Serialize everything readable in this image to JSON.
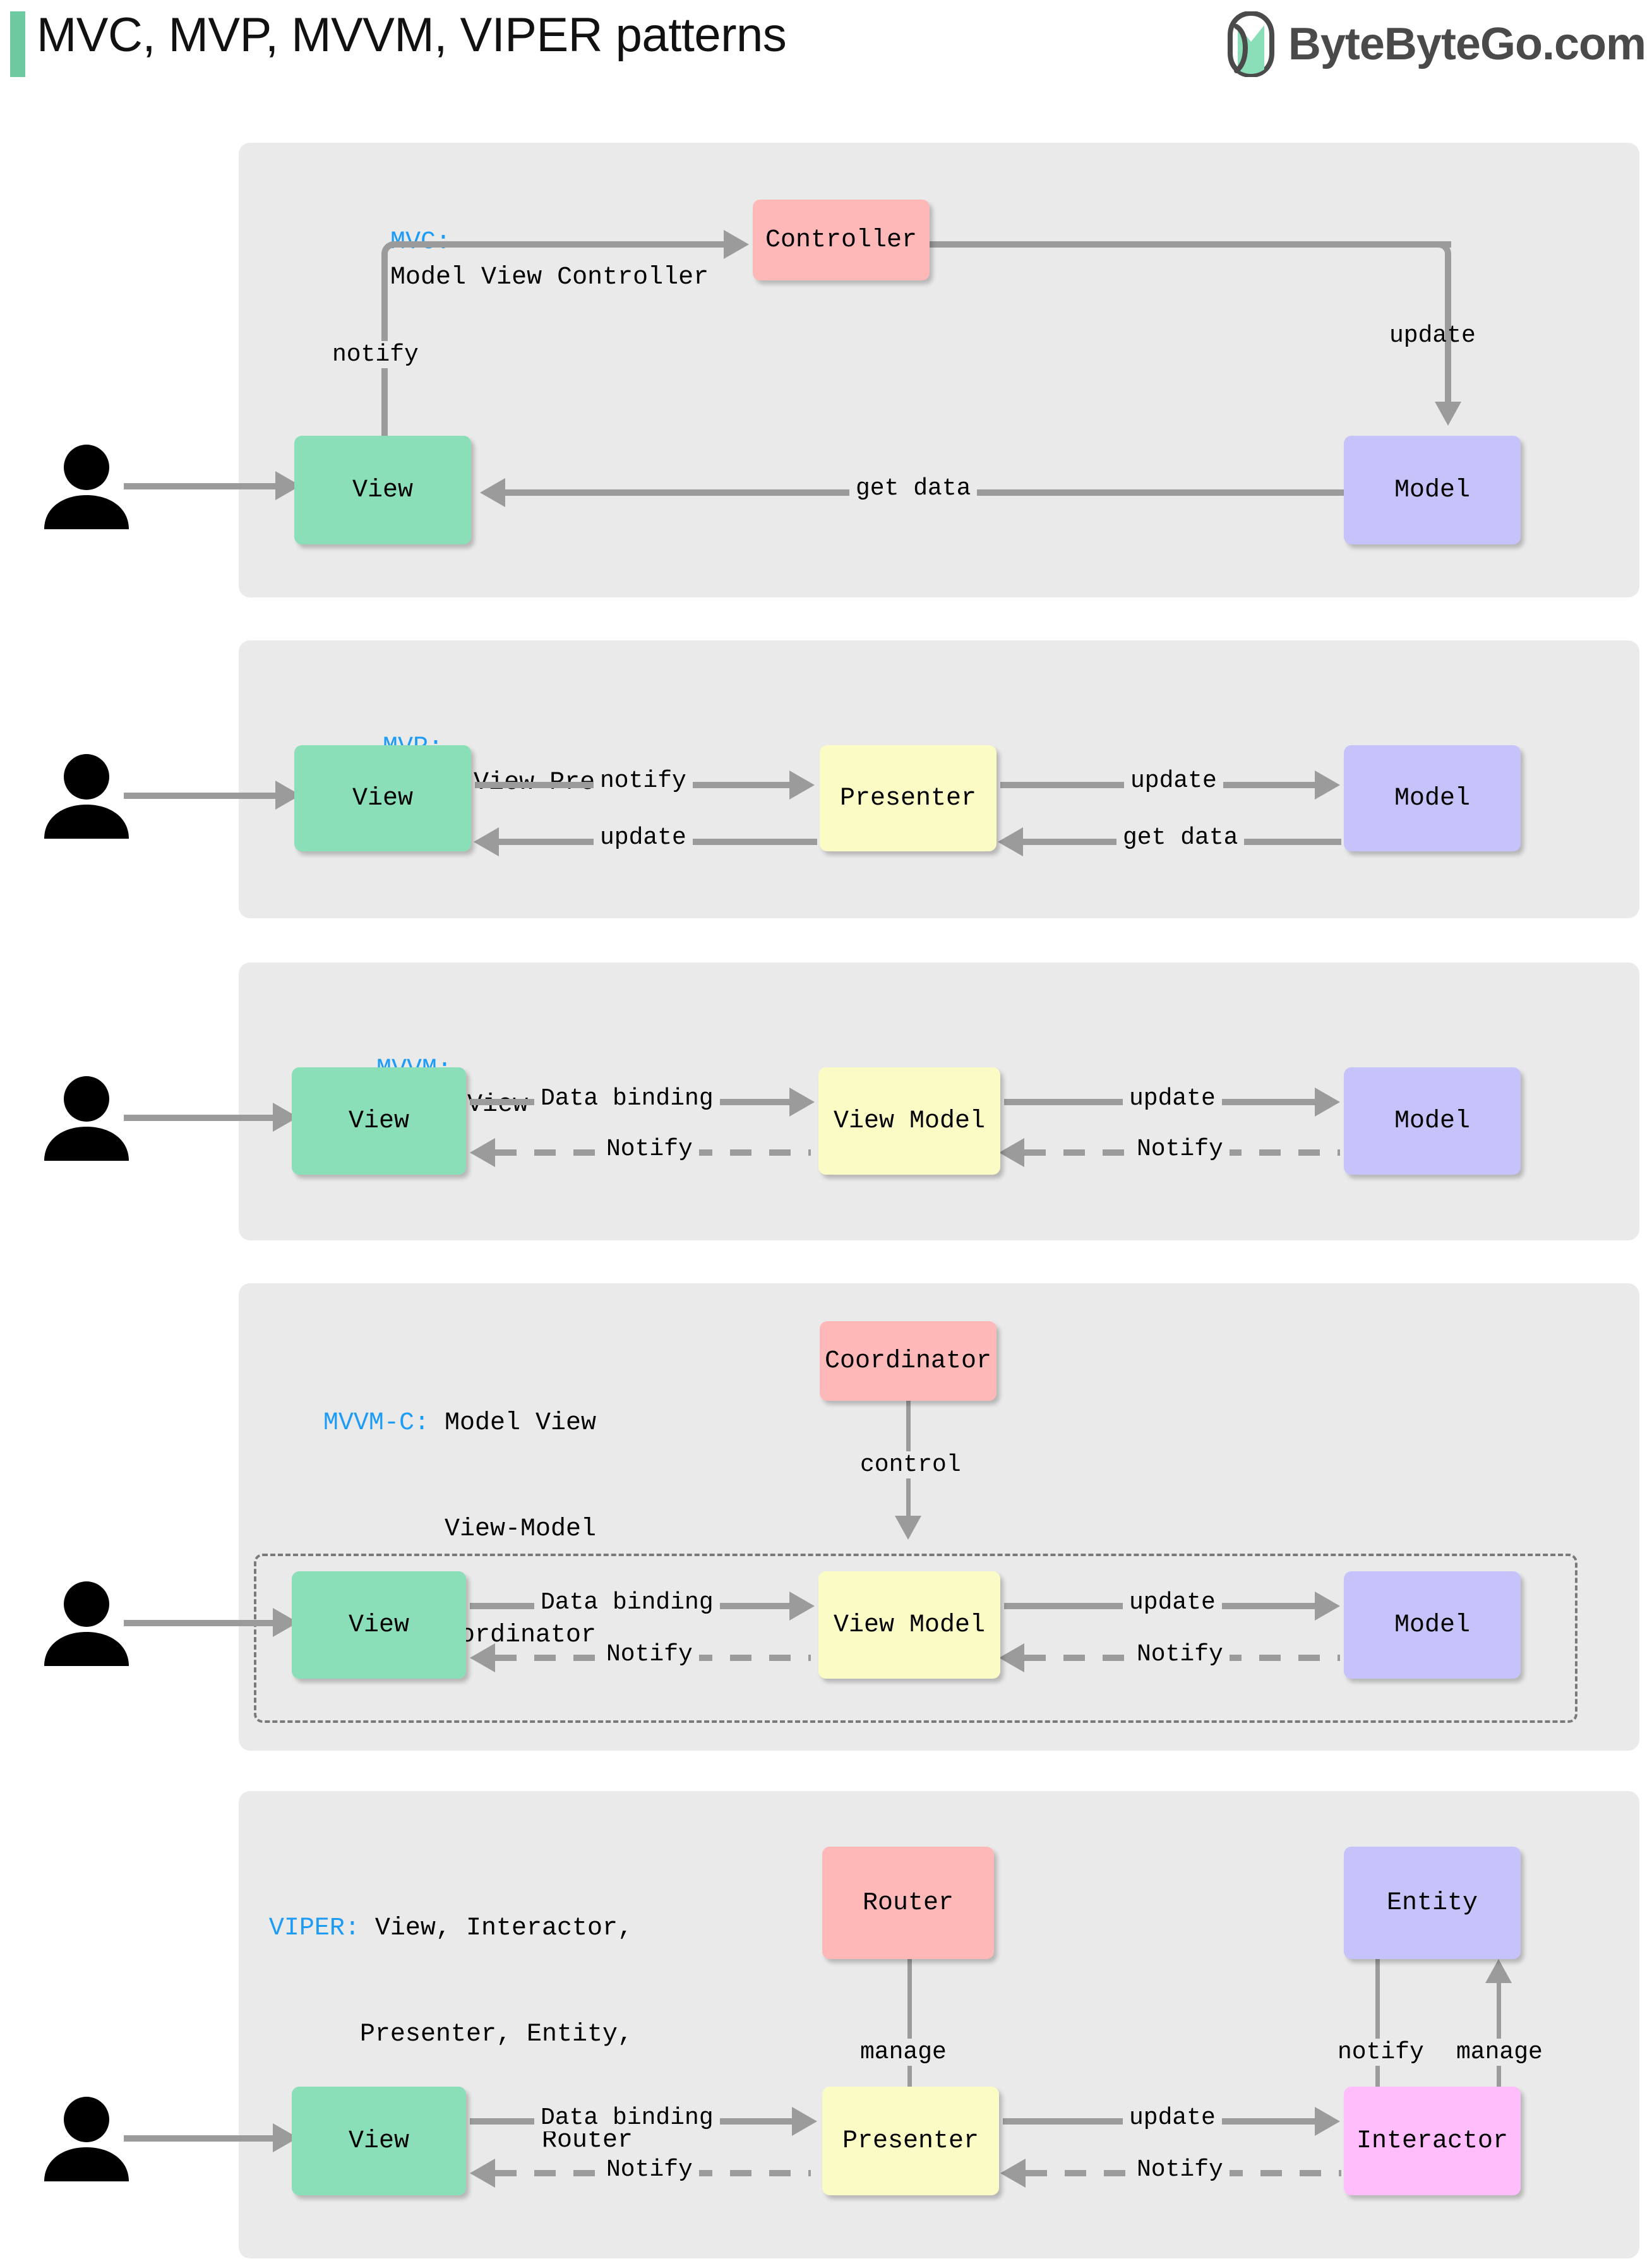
{
  "header": {
    "title": "MVC, MVP, MVVM, VIPER patterns",
    "brand_text": "ByteByteGo.com",
    "accent_color": "#6cc9a0",
    "logo_icon": "bytebytego-leaf-logo"
  },
  "colors": {
    "panel_bg": "#eaeaea",
    "view_green": "#8adfb8",
    "model_purple": "#c6c3fb",
    "controller_pink": "#ffb8b8",
    "presenter_yellow": "#fbfbc6",
    "interactor_magenta": "#ffbdfb",
    "connector_gray": "#9b9b9b",
    "label_blue": "#1e9cf5"
  },
  "sections": [
    {
      "id": "mvc",
      "key": "MVC:",
      "title_lines": [
        "Model View Controller"
      ],
      "nodes": [
        {
          "id": "view",
          "label": "View"
        },
        {
          "id": "controller",
          "label": "Controller"
        },
        {
          "id": "model",
          "label": "Model"
        }
      ],
      "edges": [
        {
          "from": "view",
          "to": "controller",
          "label": "notify",
          "style": "solid"
        },
        {
          "from": "controller",
          "to": "model",
          "label": "update",
          "style": "solid"
        },
        {
          "from": "model",
          "to": "view",
          "label": "get data",
          "style": "solid"
        }
      ]
    },
    {
      "id": "mvp",
      "key": "MVP:",
      "title_lines": [
        "Model View Presenter"
      ],
      "nodes": [
        {
          "id": "view",
          "label": "View"
        },
        {
          "id": "presenter",
          "label": "Presenter"
        },
        {
          "id": "model",
          "label": "Model"
        }
      ],
      "edges": [
        {
          "from": "view",
          "to": "presenter",
          "label": "notify",
          "style": "solid"
        },
        {
          "from": "presenter",
          "to": "model",
          "label": "update",
          "style": "solid"
        },
        {
          "from": "model",
          "to": "presenter",
          "label": "get data",
          "style": "solid"
        },
        {
          "from": "presenter",
          "to": "view",
          "label": "update",
          "style": "solid"
        }
      ]
    },
    {
      "id": "mvvm",
      "key": "MVVM:",
      "title_lines": [
        "Model View View-Model"
      ],
      "nodes": [
        {
          "id": "view",
          "label": "View"
        },
        {
          "id": "viewmodel",
          "label": "View Model"
        },
        {
          "id": "model",
          "label": "Model"
        }
      ],
      "edges": [
        {
          "from": "view",
          "to": "viewmodel",
          "label": "Data binding",
          "style": "solid"
        },
        {
          "from": "viewmodel",
          "to": "model",
          "label": "update",
          "style": "solid"
        },
        {
          "from": "model",
          "to": "viewmodel",
          "label": "Notify",
          "style": "dashed"
        },
        {
          "from": "viewmodel",
          "to": "view",
          "label": "Notify",
          "style": "dashed"
        }
      ]
    },
    {
      "id": "mvvmc",
      "key": "MVVM-C:",
      "title_lines": [
        "Model View",
        "View-Model",
        "Coordinator"
      ],
      "nodes": [
        {
          "id": "coordinator",
          "label": "Coordinator"
        },
        {
          "id": "view",
          "label": "View"
        },
        {
          "id": "viewmodel",
          "label": "View Model"
        },
        {
          "id": "model",
          "label": "Model"
        }
      ],
      "edges": [
        {
          "from": "coordinator",
          "to": "viewmodel",
          "label": "control",
          "style": "solid"
        },
        {
          "from": "view",
          "to": "viewmodel",
          "label": "Data binding",
          "style": "solid"
        },
        {
          "from": "viewmodel",
          "to": "model",
          "label": "update",
          "style": "solid"
        },
        {
          "from": "model",
          "to": "viewmodel",
          "label": "Notify",
          "style": "dashed"
        },
        {
          "from": "viewmodel",
          "to": "view",
          "label": "Notify",
          "style": "dashed"
        }
      ]
    },
    {
      "id": "viper",
      "key": "VIPER:",
      "title_lines": [
        "View, Interactor,",
        "Presenter, Entity,",
        "Router"
      ],
      "nodes": [
        {
          "id": "router",
          "label": "Router"
        },
        {
          "id": "entity",
          "label": "Entity"
        },
        {
          "id": "view",
          "label": "View"
        },
        {
          "id": "presenter",
          "label": "Presenter"
        },
        {
          "id": "interactor",
          "label": "Interactor"
        }
      ],
      "edges": [
        {
          "from": "router",
          "to": "presenter",
          "label": "manage",
          "style": "solid"
        },
        {
          "from": "entity",
          "to": "interactor",
          "label": "notify",
          "style": "solid"
        },
        {
          "from": "interactor",
          "to": "entity",
          "label": "manage",
          "style": "solid"
        },
        {
          "from": "view",
          "to": "presenter",
          "label": "Data binding",
          "style": "solid"
        },
        {
          "from": "presenter",
          "to": "interactor",
          "label": "update",
          "style": "solid"
        },
        {
          "from": "interactor",
          "to": "presenter",
          "label": "Notify",
          "style": "dashed"
        },
        {
          "from": "presenter",
          "to": "view",
          "label": "Notify",
          "style": "dashed"
        }
      ]
    }
  ]
}
